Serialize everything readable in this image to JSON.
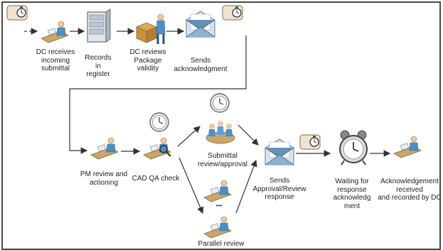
{
  "diagram": {
    "steps": {
      "dc_receives": "DC receives\nincoming\nsubmittal",
      "records": "Records\nin\nregister",
      "dc_reviews": "DC reviews\nPackage\nvalidity",
      "sends_ack": "Sends\nacknowledgment",
      "pm_review": "PM review and\nactioning",
      "cad_qa": "CAD QA check",
      "submittal_review": "Submittal\nreview/approval",
      "parallel_dots": "•••",
      "parallel_review": "Parallel review",
      "sends_approval": "Sends\nApproval/Review\nresponse",
      "waiting": "Waiting for\nresponse\nacknowledg\nment",
      "ack_received": "Acknowledgement\nreceived\nand recorded by DC"
    }
  },
  "colors": {
    "arrow": "#333333",
    "desk": "#c9a66b",
    "person": "#4a8fc9",
    "document": "#e8eef5",
    "envelope": "#6a8fb5",
    "timer": "#8a8a8a",
    "frame": "#4a4a4a"
  },
  "icons": [
    "stopwatch-icon",
    "person-desk-icon",
    "register-cabinet-icon",
    "package-person-icon",
    "envelope-icon",
    "timer-icon",
    "meeting-table-icon",
    "alarm-clock-icon"
  ]
}
